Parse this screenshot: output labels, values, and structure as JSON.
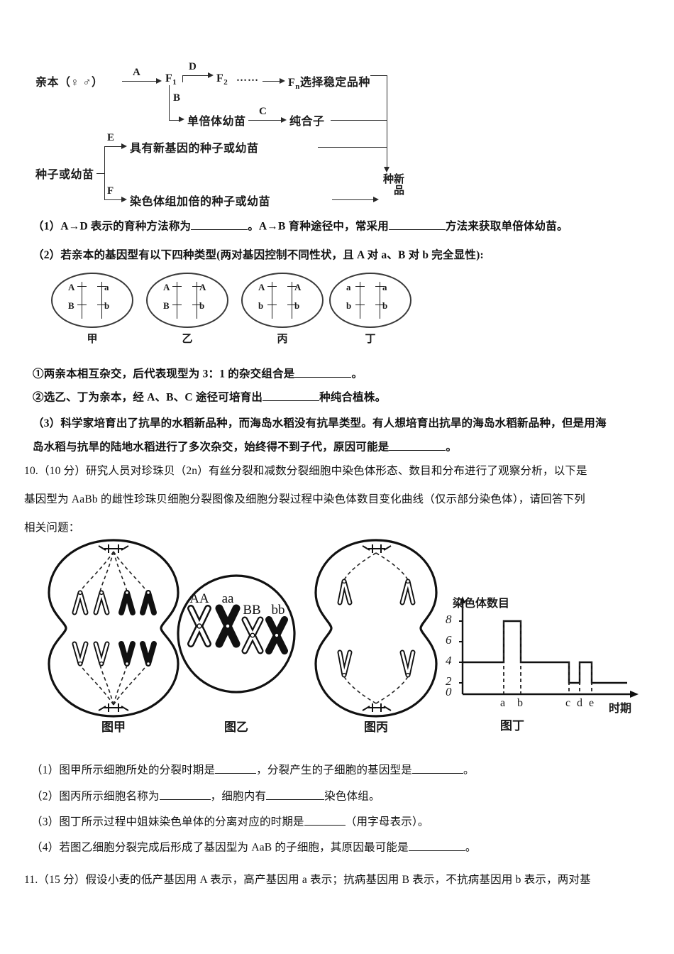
{
  "flow_diagram": {
    "nodes": {
      "parents": "亲本（♀ ♂）",
      "f1": "F",
      "f1_sub": "1",
      "f2": "F",
      "f2_sub": "2",
      "dots": "……",
      "fn": "F",
      "fn_sub": "n",
      "fn_tail": "选择稳定品种",
      "haploid_seedling": "单倍体幼苗",
      "homozygote": "纯合子",
      "seed_or_seedling": "种子或幼苗",
      "new_gene_seed": "具有新基因的种子或幼苗",
      "doubled_seed": "染色体组加倍的种子或幼苗",
      "new_variety": "新品种"
    },
    "arrow_letters": {
      "A": "A",
      "B": "B",
      "C": "C",
      "D": "D",
      "E": "E",
      "F": "F"
    }
  },
  "q9": {
    "item1": {
      "prefix": "（1）A→D 表示的育种方法称为",
      "mid": "。A→B 育种途径中，常采用",
      "suffix": "方法来获取单倍体幼苗。"
    },
    "item2": {
      "text": "（2）若亲本的基因型有以下四种类型(两对基因控制不同性状，且 A 对 a、B 对 b 完全显性):"
    },
    "genotype_cells": [
      {
        "caption": "甲",
        "top": [
          "A",
          "a"
        ],
        "bottom": [
          "B",
          "b"
        ]
      },
      {
        "caption": "乙",
        "top": [
          "A",
          "A"
        ],
        "bottom": [
          "B",
          "b"
        ]
      },
      {
        "caption": "丙",
        "top": [
          "A",
          "A"
        ],
        "bottom": [
          "b",
          "b"
        ]
      },
      {
        "caption": "丁",
        "top": [
          "a",
          "a"
        ],
        "bottom": [
          "b",
          "b"
        ]
      }
    ],
    "sub1": {
      "prefix": "①两亲本相互杂交，后代表现型为 3：1 的杂交组合是",
      "suffix": "。"
    },
    "sub2": {
      "prefix": "②选乙、丁为亲本，经 A、B、C 途径可培育出",
      "suffix": "种纯合植株。"
    },
    "item3": {
      "line1": "（3）科学家培育出了抗旱的水稻新品种，而海岛水稻没有抗旱类型。有人想培育出抗旱的海岛水稻新品种，但是用海",
      "line2_prefix": "岛水稻与抗旱的陆地水稻进行了多次杂交，始终得不到子代，原因可能是",
      "line2_suffix": "。"
    }
  },
  "q10": {
    "stem_line1": "10.（10 分）研究人员对珍珠贝（2n）有丝分裂和减数分裂细胞中染色体形态、数目和分布进行了观察分析，以下是",
    "stem_line2": "基因型为 AaBb 的雌性珍珠贝细胞分裂图像及细胞分裂过程中染色体数目变化曲线（仅示部分染色体），请回答下列",
    "stem_line3": "相关问题：",
    "figures": {
      "jia_caption": "图甲",
      "yi_caption": "图乙",
      "bing_caption": "图丙",
      "ding_caption": "图丁",
      "yi_labels": [
        "AA",
        "aa",
        "BB",
        "bb"
      ]
    },
    "items": [
      {
        "prefix": "（1）图甲所示细胞所处的分裂时期是",
        "mid": "，分裂产生的子细胞的基因型是",
        "suffix": "。"
      },
      {
        "prefix": "（2）图丙所示细胞名称为",
        "mid": "，细胞内有",
        "suffix": "染色体组。"
      },
      {
        "prefix": "（3）图丁所示过程中姐妹染色单体的分离对应的时期是",
        "mid": "（用字母表示）。",
        "suffix": ""
      },
      {
        "prefix": "（4）若图乙细胞分裂完成后形成了基因型为 AaB 的子细胞，其原因最可能是",
        "mid": "。",
        "suffix": ""
      }
    ]
  },
  "q11": {
    "stem_line1": "11.（15 分）假设小麦的低产基因用 A 表示，高产基因用 a 表示；抗病基因用 B 表示，不抗病基因用 b 表示，两对基"
  },
  "chart_data": {
    "type": "line",
    "title": "图丁",
    "ylabel": "染色体数目",
    "xlabel": "时期",
    "yticks": [
      0,
      2,
      4,
      6,
      8
    ],
    "ylim": [
      0,
      9
    ],
    "xtick_labels": [
      "a",
      "b",
      "c",
      "d",
      "e"
    ],
    "xtick_positions": [
      0.24,
      0.35,
      0.62,
      0.685,
      0.75
    ],
    "grid": false,
    "legend": false,
    "step_points": [
      {
        "x": 0.0,
        "y": 4
      },
      {
        "x": 0.24,
        "y": 4
      },
      {
        "x": 0.24,
        "y": 8
      },
      {
        "x": 0.35,
        "y": 8
      },
      {
        "x": 0.35,
        "y": 4
      },
      {
        "x": 0.62,
        "y": 4
      },
      {
        "x": 0.62,
        "y": 2
      },
      {
        "x": 0.685,
        "y": 2
      },
      {
        "x": 0.685,
        "y": 4
      },
      {
        "x": 0.75,
        "y": 4
      },
      {
        "x": 0.75,
        "y": 2
      },
      {
        "x": 1.0,
        "y": 2
      }
    ],
    "description": "Chromosome number over time: starts at 4, doubles to 8 at a (S-phase/replication shown as number rise), returns to 4 at b, halves to 2 at c, rises to 4 at d, falls to 2 at e."
  }
}
